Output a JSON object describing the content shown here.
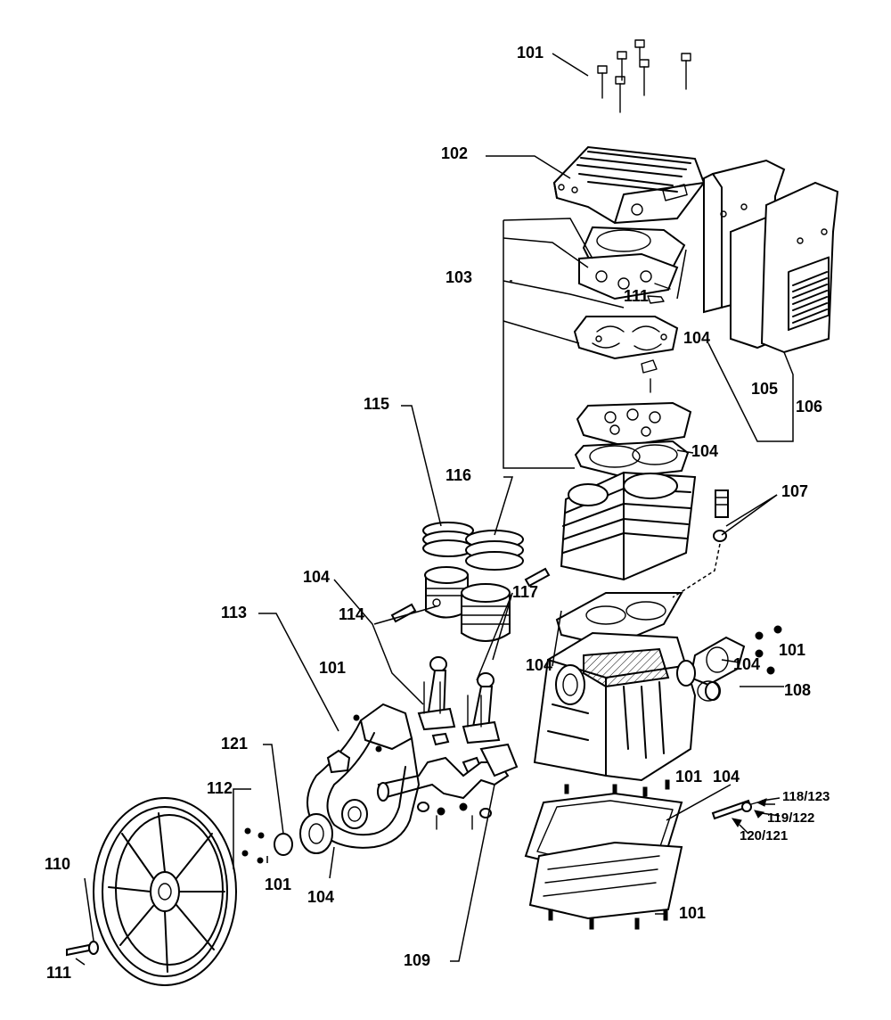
{
  "labels": {
    "l101_top": "101",
    "l102": "102",
    "l103": "103",
    "l104_head": "104",
    "l111_head": "111",
    "l104_plate": "104",
    "l105": "105",
    "l106": "106",
    "l115": "115",
    "l116": "116",
    "l107": "107",
    "l104_rod": "104",
    "l114": "114",
    "l117": "117",
    "l113": "113",
    "l101_left": "101",
    "l104_side": "104",
    "l101_side": "101",
    "l104_crank": "104",
    "l108": "108",
    "l121": "121",
    "l112": "112",
    "l101_base": "101",
    "l104_base": "104",
    "l118_123": "118/123",
    "l119_122": "119/122",
    "l120_121": "120/121",
    "l110": "110",
    "l101_wheel": "101",
    "l104_bearing": "104",
    "l101_bottom": "101",
    "l111_wheel": "111",
    "l109": "109"
  }
}
